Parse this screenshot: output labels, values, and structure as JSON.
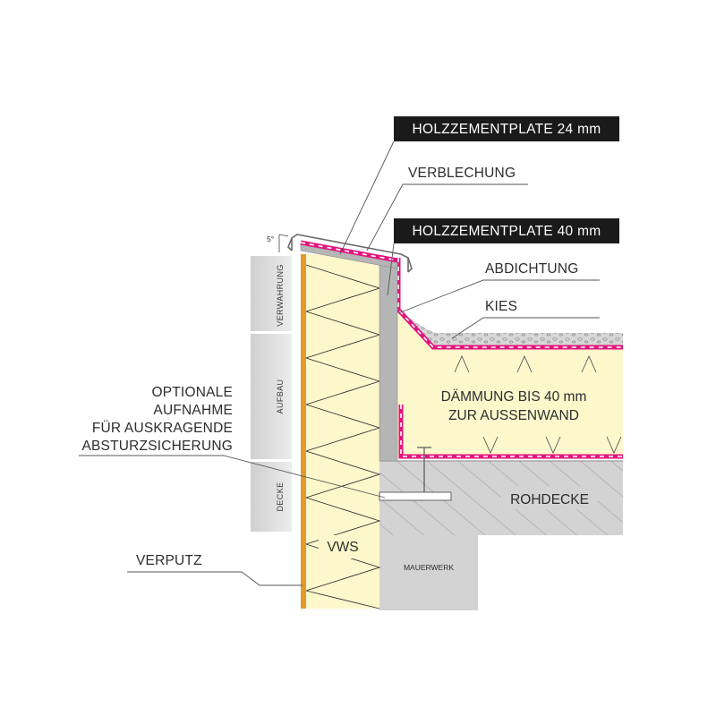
{
  "labels": {
    "holzzement_24": "HOLZZEMENTPLATE 24 mm",
    "verblechung": "VERBLECHUNG",
    "holzzement_40": "HOLZZEMENTPLATE 40 mm",
    "abdichtung": "ABDICHTUNG",
    "kies": "KIES",
    "daemmung_1": "DÄMMUNG BIS 40 mm",
    "daemmung_2": "ZUR AUSSENWAND",
    "optional_1": "OPTIONALE",
    "optional_2": "AUFNAHME",
    "optional_3": "FÜR AUSKRAGENDE",
    "optional_4": "ABSTURZSICHERUNG",
    "verputz": "VERPUTZ",
    "rohdecke": "ROHDECKE",
    "vws": "VWS",
    "mauerwerk": "MAUERWERK",
    "angle": "5°",
    "side_verwahrung": "VERWAHRUNG",
    "side_aufbau": "AUFBAU",
    "side_decke": "DECKE"
  },
  "colors": {
    "insulation": "#fdf8cc",
    "concrete": "#d3d3d3",
    "membrane": "#e2147e",
    "tag_bg": "#1a1a1a",
    "render": "#e39a2c",
    "side_bar": "#dcdcdc"
  }
}
